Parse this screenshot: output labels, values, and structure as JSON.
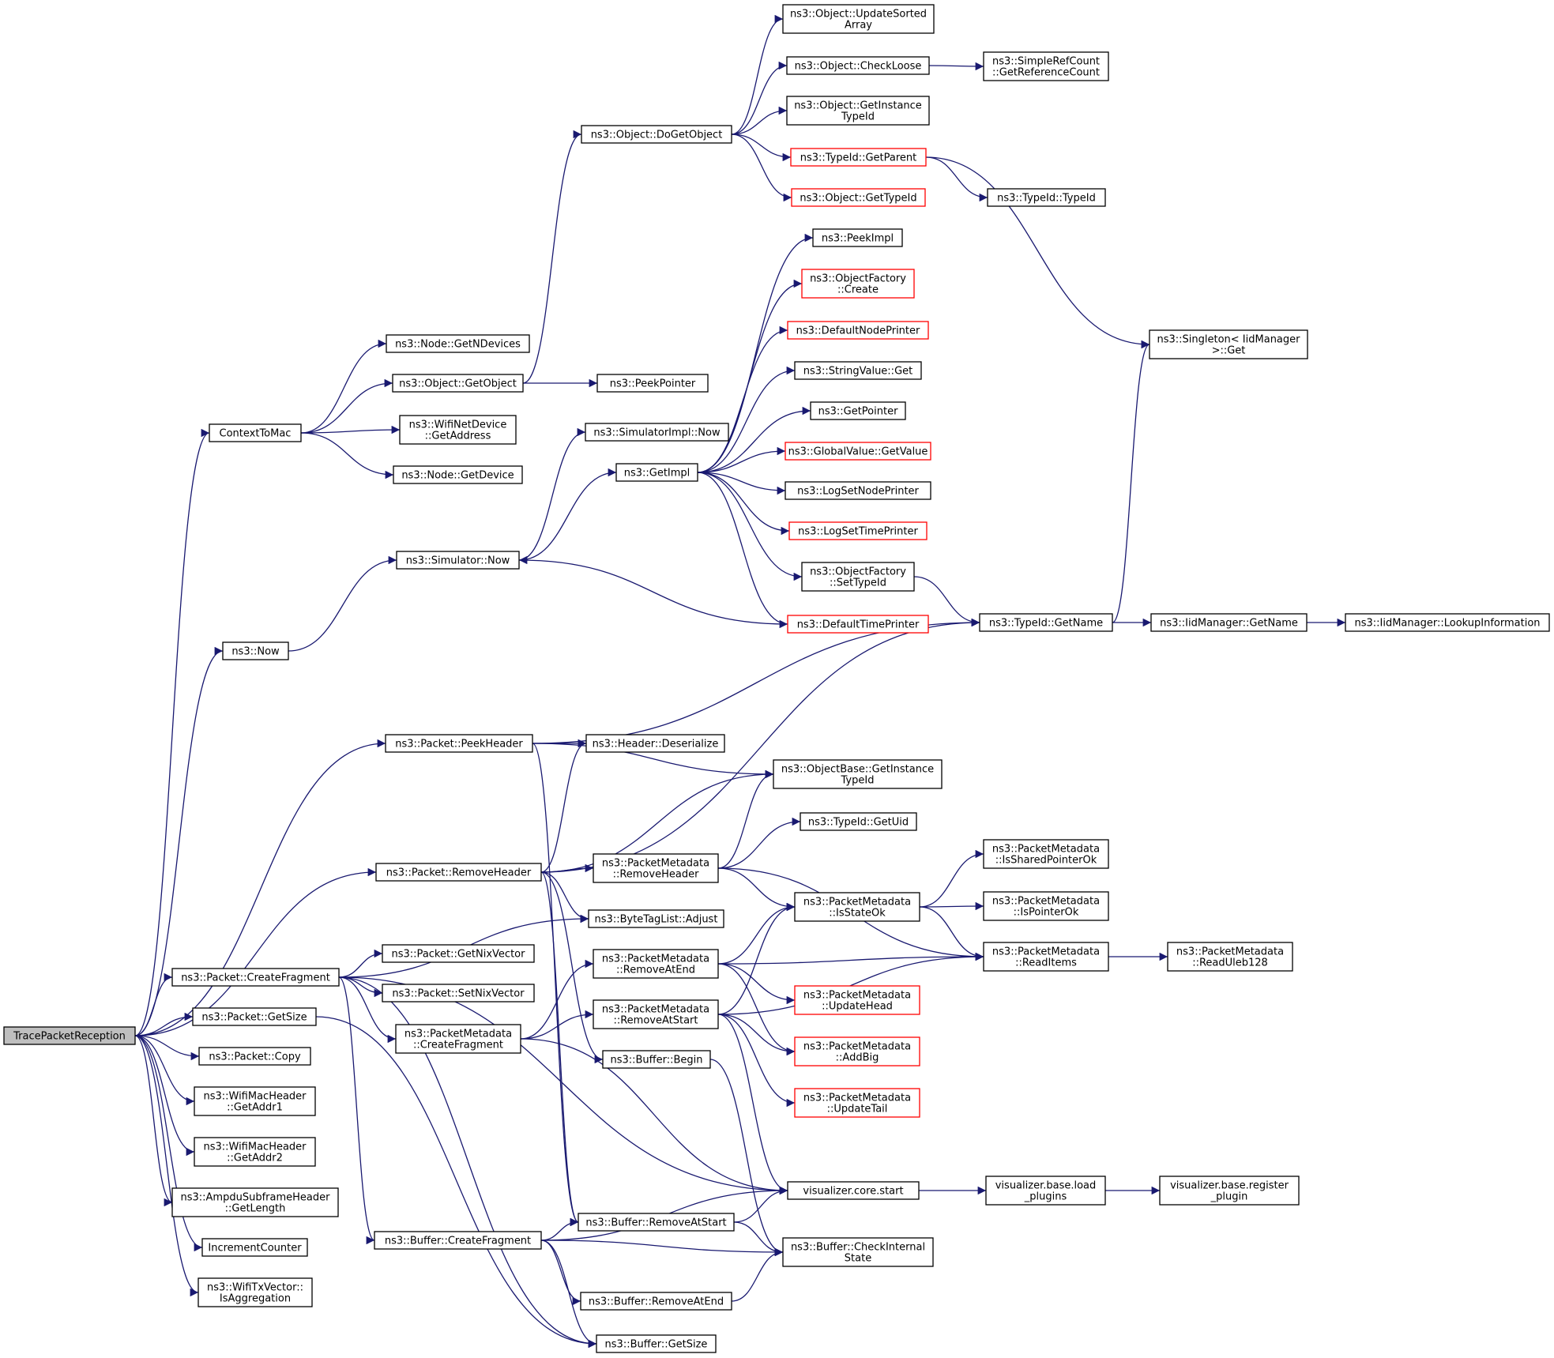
{
  "graph": {
    "nodes": {
      "root": {
        "lines": [
          "TracePacketReception"
        ],
        "style": "root"
      },
      "ctxmac": {
        "lines": [
          "ContextToMac"
        ]
      },
      "now": {
        "lines": [
          "ns3::Now"
        ]
      },
      "peekheader": {
        "lines": [
          "ns3::Packet::PeekHeader"
        ]
      },
      "removeheader": {
        "lines": [
          "ns3::Packet::RemoveHeader"
        ]
      },
      "createfrag": {
        "lines": [
          "ns3::Packet::CreateFragment"
        ]
      },
      "getsize": {
        "lines": [
          "ns3::Packet::GetSize"
        ]
      },
      "copy": {
        "lines": [
          "ns3::Packet::Copy"
        ]
      },
      "addr1": {
        "lines": [
          "ns3::WifiMacHeader",
          "::GetAddr1"
        ]
      },
      "addr2": {
        "lines": [
          "ns3::WifiMacHeader",
          "::GetAddr2"
        ]
      },
      "ampdu": {
        "lines": [
          "ns3::AmpduSubframeHeader",
          "::GetLength"
        ]
      },
      "inccounter": {
        "lines": [
          "IncrementCounter"
        ]
      },
      "isagg": {
        "lines": [
          "ns3::WifiTxVector::",
          "IsAggregation"
        ]
      },
      "getndev": {
        "lines": [
          "ns3::Node::GetNDevices"
        ]
      },
      "getobject": {
        "lines": [
          "ns3::Object::GetObject"
        ]
      },
      "wifiaddr": {
        "lines": [
          "ns3::WifiNetDevice",
          "::GetAddress"
        ]
      },
      "getdevice": {
        "lines": [
          "ns3::Node::GetDevice"
        ]
      },
      "simnow": {
        "lines": [
          "ns3::Simulator::Now"
        ]
      },
      "getnix": {
        "lines": [
          "ns3::Packet::GetNixVector"
        ]
      },
      "setnix": {
        "lines": [
          "ns3::Packet::SetNixVector"
        ]
      },
      "pmcreatefrag": {
        "lines": [
          "ns3::PacketMetadata",
          "::CreateFragment"
        ]
      },
      "bufcreatefrag": {
        "lines": [
          "ns3::Buffer::CreateFragment"
        ]
      },
      "dogetobject": {
        "lines": [
          "ns3::Object::DoGetObject"
        ]
      },
      "peekpointer": {
        "lines": [
          "ns3::PeekPointer"
        ]
      },
      "simimplnow": {
        "lines": [
          "ns3::SimulatorImpl::Now"
        ]
      },
      "getimpl": {
        "lines": [
          "ns3::GetImpl"
        ]
      },
      "hdrdeser": {
        "lines": [
          "ns3::Header::Deserialize"
        ]
      },
      "bytetag": {
        "lines": [
          "ns3::ByteTagList::Adjust"
        ]
      },
      "pmremovehdr": {
        "lines": [
          "ns3::PacketMetadata",
          "::RemoveHeader"
        ]
      },
      "pmremoveend": {
        "lines": [
          "ns3::PacketMetadata",
          "::RemoveAtEnd"
        ]
      },
      "pmremovestart": {
        "lines": [
          "ns3::PacketMetadata",
          "::RemoveAtStart"
        ]
      },
      "bufbegin": {
        "lines": [
          "ns3::Buffer::Begin"
        ]
      },
      "bufremovestart": {
        "lines": [
          "ns3::Buffer::RemoveAtStart"
        ]
      },
      "bufremoveend": {
        "lines": [
          "ns3::Buffer::RemoveAtEnd"
        ]
      },
      "bufgetsize": {
        "lines": [
          "ns3::Buffer::GetSize"
        ]
      },
      "updsorted": {
        "lines": [
          "ns3::Object::UpdateSorted",
          "Array"
        ]
      },
      "checkloose": {
        "lines": [
          "ns3::Object::CheckLoose"
        ]
      },
      "getinsttypeid": {
        "lines": [
          "ns3::Object::GetInstance",
          "TypeId"
        ]
      },
      "getparent": {
        "lines": [
          "ns3::TypeId::GetParent"
        ],
        "style": "red"
      },
      "gettypeid": {
        "lines": [
          "ns3::Object::GetTypeId"
        ],
        "style": "red"
      },
      "peekimpl": {
        "lines": [
          "ns3::PeekImpl"
        ]
      },
      "objfcreate": {
        "lines": [
          "ns3::ObjectFactory",
          "::Create"
        ],
        "style": "red"
      },
      "defnodeprinter": {
        "lines": [
          "ns3::DefaultNodePrinter"
        ],
        "style": "red"
      },
      "strvalget": {
        "lines": [
          "ns3::StringValue::Get"
        ]
      },
      "getpointer": {
        "lines": [
          "ns3::GetPointer"
        ]
      },
      "gvgetvalue": {
        "lines": [
          "ns3::GlobalValue::GetValue"
        ],
        "style": "red"
      },
      "logsetnode": {
        "lines": [
          "ns3::LogSetNodePrinter"
        ]
      },
      "logsettime": {
        "lines": [
          "ns3::LogSetTimePrinter"
        ],
        "style": "red"
      },
      "objfsettypeid": {
        "lines": [
          "ns3::ObjectFactory",
          "::SetTypeId"
        ]
      },
      "deftimeprinter": {
        "lines": [
          "ns3::DefaultTimePrinter"
        ],
        "style": "red"
      },
      "objbasegetinst": {
        "lines": [
          "ns3::ObjectBase::GetInstance",
          "TypeId"
        ]
      },
      "typeidgetuid": {
        "lines": [
          "ns3::TypeId::GetUid"
        ]
      },
      "pmisstateok": {
        "lines": [
          "ns3::PacketMetadata",
          "::IsStateOk"
        ]
      },
      "pmupdhead": {
        "lines": [
          "ns3::PacketMetadata",
          "::UpdateHead"
        ],
        "style": "red"
      },
      "pmaddbig": {
        "lines": [
          "ns3::PacketMetadata",
          "::AddBig"
        ],
        "style": "red"
      },
      "pmupdtail": {
        "lines": [
          "ns3::PacketMetadata",
          "::UpdateTail"
        ],
        "style": "red"
      },
      "viscorestart": {
        "lines": [
          "visualizer.core.start"
        ]
      },
      "bufcheckint": {
        "lines": [
          "ns3::Buffer::CheckInternal",
          "State"
        ]
      },
      "simplerefcount": {
        "lines": [
          "ns3::SimpleRefCount",
          "::GetReferenceCount"
        ]
      },
      "typeidtypeid": {
        "lines": [
          "ns3::TypeId::TypeId"
        ]
      },
      "singleton": {
        "lines": [
          "ns3::Singleton< IidManager",
          " >::Get"
        ]
      },
      "typeidgetname": {
        "lines": [
          "ns3::TypeId::GetName"
        ]
      },
      "pmsharedptr": {
        "lines": [
          "ns3::PacketMetadata",
          "::IsSharedPointerOk"
        ]
      },
      "pmisptr": {
        "lines": [
          "ns3::PacketMetadata",
          "::IsPointerOk"
        ]
      },
      "pmreaditems": {
        "lines": [
          "ns3::PacketMetadata",
          "::ReadItems"
        ]
      },
      "visloadplugins": {
        "lines": [
          "visualizer.base.load",
          "_plugins"
        ]
      },
      "iidgetname": {
        "lines": [
          "ns3::IidManager::GetName"
        ]
      },
      "pmreaduleb": {
        "lines": [
          "ns3::PacketMetadata",
          "::ReadUleb128"
        ]
      },
      "visregplugin": {
        "lines": [
          "visualizer.base.register",
          "_plugin"
        ]
      },
      "iidlookup": {
        "lines": [
          "ns3::IidManager::LookupInformation"
        ]
      }
    },
    "edges": [
      [
        "root",
        "ctxmac"
      ],
      [
        "root",
        "now"
      ],
      [
        "root",
        "peekheader"
      ],
      [
        "root",
        "removeheader"
      ],
      [
        "root",
        "createfrag"
      ],
      [
        "root",
        "getsize"
      ],
      [
        "root",
        "copy"
      ],
      [
        "root",
        "addr1"
      ],
      [
        "root",
        "addr2"
      ],
      [
        "root",
        "ampdu"
      ],
      [
        "root",
        "inccounter"
      ],
      [
        "root",
        "isagg"
      ],
      [
        "ctxmac",
        "getndev"
      ],
      [
        "ctxmac",
        "getobject"
      ],
      [
        "ctxmac",
        "wifiaddr"
      ],
      [
        "ctxmac",
        "getdevice"
      ],
      [
        "getobject",
        "dogetobject"
      ],
      [
        "getobject",
        "peekpointer"
      ],
      [
        "dogetobject",
        "updsorted"
      ],
      [
        "dogetobject",
        "checkloose"
      ],
      [
        "dogetobject",
        "getinsttypeid"
      ],
      [
        "dogetobject",
        "getparent"
      ],
      [
        "dogetobject",
        "gettypeid"
      ],
      [
        "checkloose",
        "simplerefcount"
      ],
      [
        "getparent",
        "typeidtypeid"
      ],
      [
        "getparent",
        "singleton"
      ],
      [
        "now",
        "simnow"
      ],
      [
        "simnow",
        "simimplnow"
      ],
      [
        "simnow",
        "getimpl"
      ],
      [
        "getimpl",
        "peekimpl"
      ],
      [
        "getimpl",
        "objfcreate"
      ],
      [
        "getimpl",
        "defnodeprinter"
      ],
      [
        "getimpl",
        "strvalget"
      ],
      [
        "getimpl",
        "getpointer"
      ],
      [
        "getimpl",
        "gvgetvalue"
      ],
      [
        "getimpl",
        "logsetnode"
      ],
      [
        "getimpl",
        "logsettime"
      ],
      [
        "getimpl",
        "objfsettypeid"
      ],
      [
        "getimpl",
        "deftimeprinter"
      ],
      [
        "deftimeprinter",
        "simnow"
      ],
      [
        "objfsettypeid",
        "typeidgetname"
      ],
      [
        "typeidgetname",
        "singleton"
      ],
      [
        "typeidgetname",
        "iidgetname"
      ],
      [
        "iidgetname",
        "iidlookup"
      ],
      [
        "peekheader",
        "typeidgetname"
      ],
      [
        "peekheader",
        "hdrdeser"
      ],
      [
        "peekheader",
        "objbasegetinst"
      ],
      [
        "peekheader",
        "bufremovestart"
      ],
      [
        "removeheader",
        "hdrdeser"
      ],
      [
        "removeheader",
        "typeidgetname"
      ],
      [
        "removeheader",
        "objbasegetinst"
      ],
      [
        "removeheader",
        "pmremovehdr"
      ],
      [
        "removeheader",
        "bytetag"
      ],
      [
        "removeheader",
        "bufbegin"
      ],
      [
        "removeheader",
        "bufremovestart"
      ],
      [
        "pmremovehdr",
        "objbasegetinst"
      ],
      [
        "pmremovehdr",
        "typeidgetuid"
      ],
      [
        "pmremovehdr",
        "pmisstateok"
      ],
      [
        "pmremovehdr",
        "pmreaditems"
      ],
      [
        "pmisstateok",
        "pmsharedptr"
      ],
      [
        "pmisstateok",
        "pmisptr"
      ],
      [
        "pmisstateok",
        "pmreaditems"
      ],
      [
        "pmreaditems",
        "pmreaduleb"
      ],
      [
        "createfrag",
        "bytetag"
      ],
      [
        "createfrag",
        "getnix"
      ],
      [
        "createfrag",
        "setnix"
      ],
      [
        "createfrag",
        "pmcreatefrag"
      ],
      [
        "createfrag",
        "viscorestart"
      ],
      [
        "createfrag",
        "bufcreatefrag"
      ],
      [
        "createfrag",
        "bufgetsize"
      ],
      [
        "pmcreatefrag",
        "pmremoveend"
      ],
      [
        "pmcreatefrag",
        "pmremovestart"
      ],
      [
        "pmcreatefrag",
        "viscorestart"
      ],
      [
        "pmremoveend",
        "pmisstateok"
      ],
      [
        "pmremoveend",
        "pmreaditems"
      ],
      [
        "pmremoveend",
        "pmupdhead"
      ],
      [
        "pmremoveend",
        "pmaddbig"
      ],
      [
        "pmremovestart",
        "pmisstateok"
      ],
      [
        "pmremovestart",
        "pmaddbig"
      ],
      [
        "pmremovestart",
        "pmupdtail"
      ],
      [
        "pmremovestart",
        "viscorestart"
      ],
      [
        "pmremovestart",
        "pmreaditems"
      ],
      [
        "bufbegin",
        "bufcheckint"
      ],
      [
        "bufcreatefrag",
        "viscorestart"
      ],
      [
        "bufcreatefrag",
        "bufremovestart"
      ],
      [
        "bufcreatefrag",
        "bufcheckint"
      ],
      [
        "bufcreatefrag",
        "bufremoveend"
      ],
      [
        "bufcreatefrag",
        "bufgetsize"
      ],
      [
        "bufremovestart",
        "viscorestart"
      ],
      [
        "bufremovestart",
        "bufcheckint"
      ],
      [
        "bufremoveend",
        "bufcheckint"
      ],
      [
        "getsize",
        "bufgetsize"
      ],
      [
        "viscorestart",
        "visloadplugins"
      ],
      [
        "visloadplugins",
        "visregplugin"
      ]
    ]
  }
}
